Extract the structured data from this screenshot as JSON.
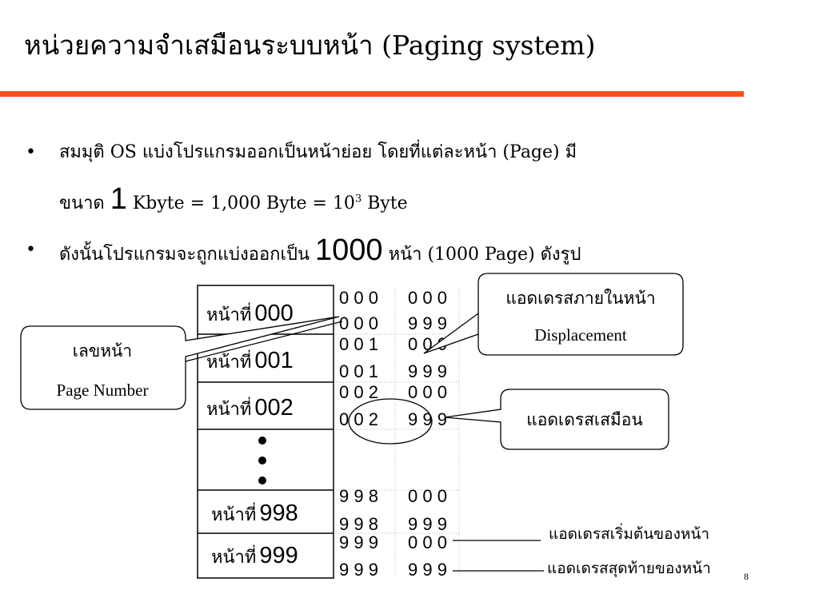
{
  "slide": {
    "title": "หน่วยความจำเสมือนระบบหน้า (Paging system)",
    "page_number": "8"
  },
  "bullets": {
    "b1_text1": "สมมุติ OS แบ่งโปรแกรมออกเป็นหน้าย่อย โดยที่แต่ละหน้า (Page) มี",
    "b1_text2": "ขนาด",
    "b1_big": "1",
    "b1_text3": "Kbyte = 1,000 Byte = 10",
    "b1_sup": "3",
    "b1_text4": "Byte",
    "b2_text1": "ดังนั้นโปรแกรมจะถูกแบ่งออกเป็น",
    "b2_big": "1000",
    "b2_text2": "หน้า (1000 Page) ดังรูป"
  },
  "diagram": {
    "page_prefix": "หน้าที่",
    "pages": [
      {
        "num": "000",
        "start": [
          "0 0 0",
          "0 0 0"
        ],
        "end": [
          "0 0 0",
          "9 9 9"
        ]
      },
      {
        "num": "001",
        "start": [
          "0 0 1",
          "0 0 0"
        ],
        "end": [
          "0 0 1",
          "9 9 9"
        ]
      },
      {
        "num": "002",
        "start": [
          "0 0 2",
          "0 0 0"
        ],
        "end": [
          "0 0 2",
          "9 9 9"
        ]
      },
      {
        "num": "998",
        "start": [
          "9 9 8",
          "0 0 0"
        ],
        "end": [
          "9 9 8",
          "9 9 9"
        ]
      },
      {
        "num": "999",
        "start": [
          "9 9 9",
          "0 0 0"
        ],
        "end": [
          "9 9 9",
          "9 9 9"
        ]
      }
    ],
    "callout_page_number": [
      "เลขหน้า",
      "Page Number"
    ],
    "callout_displacement": [
      "แอดเดรสภายในหน้า",
      "Displacement"
    ],
    "callout_virtual": "แอดเดรสเสมือน",
    "label_page_start": "แอดเดรสเริ่มต้นของหน้า",
    "label_page_end": "แอดเดรสสุดท้ายของหน้า"
  }
}
